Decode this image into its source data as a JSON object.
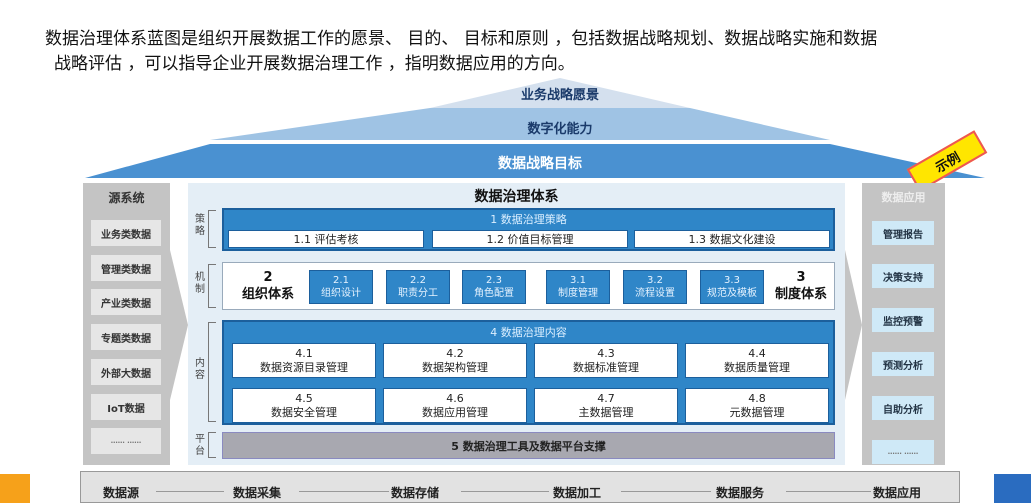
{
  "intro": {
    "line1": "数据治理体系蓝图是组织开展数据工作的愿景、 目的、 目标和原则 ，包括数据战略规划、数据战略实施和数据",
    "line2": "战略评估 ，可以指导企业开展数据治理工作 ，指明数据应用的方向。"
  },
  "roof": {
    "vision": "业务战略愿景",
    "capability": "数字化能力",
    "goal": "数据战略目标"
  },
  "tag": "示例",
  "source": {
    "title": "源系统",
    "items": [
      "业务类数据",
      "管理类数据",
      "产业类数据",
      "专题类数据",
      "外部大数据",
      "IoT数据",
      "…… ……"
    ]
  },
  "app": {
    "title": "数据应用",
    "items": [
      "管理报告",
      "决策支持",
      "监控预警",
      "预测分析",
      "自助分析",
      "…… ……"
    ]
  },
  "main": {
    "title": "数据治理体系",
    "side_labels": [
      "策略",
      "机制",
      "内容",
      "平台"
    ],
    "strategy": {
      "header": "1 数据治理策略",
      "items": [
        "1.1 评估考核",
        "1.2 价值目标管理",
        "1.3 数据文化建设"
      ]
    },
    "mechanism": {
      "org_num": "2",
      "org_label": "组织体系",
      "org_items": [
        {
          "num": "2.1",
          "label": "组织设计"
        },
        {
          "num": "2.2",
          "label": "职责分工"
        },
        {
          "num": "2.3",
          "label": "角色配置"
        }
      ],
      "sys_num": "3",
      "sys_label": "制度体系",
      "sys_items": [
        {
          "num": "3.1",
          "label": "制度管理"
        },
        {
          "num": "3.2",
          "label": "流程设置"
        },
        {
          "num": "3.3",
          "label": "规范及模板"
        }
      ]
    },
    "content": {
      "header": "4 数据治理内容",
      "items": [
        {
          "num": "4.1",
          "label": "数据资源目录管理"
        },
        {
          "num": "4.2",
          "label": "数据架构管理"
        },
        {
          "num": "4.3",
          "label": "数据标准管理"
        },
        {
          "num": "4.4",
          "label": "数据质量管理"
        },
        {
          "num": "4.5",
          "label": "数据安全管理"
        },
        {
          "num": "4.6",
          "label": "数据应用管理"
        },
        {
          "num": "4.7",
          "label": "主数据管理"
        },
        {
          "num": "4.8",
          "label": "元数据管理"
        }
      ]
    },
    "platform": "5 数据治理工具及数据平台支撑"
  },
  "flow": [
    "数据源",
    "数据采集",
    "数据存储",
    "数据加工",
    "数据服务",
    "数据应用"
  ]
}
